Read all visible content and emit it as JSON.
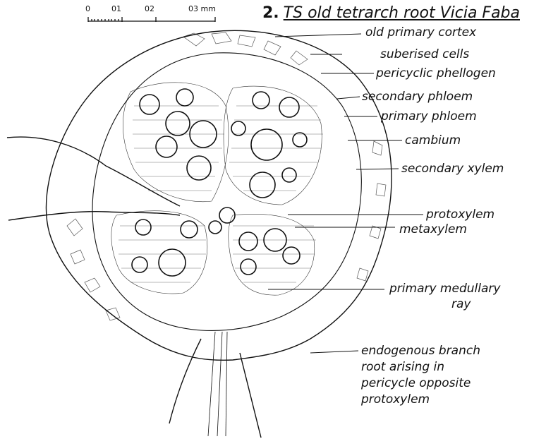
{
  "title": {
    "number": "2.",
    "text": "TS old tetrarch root Vicia Faba"
  },
  "scale_bar": {
    "ticks": [
      "0",
      "01",
      "02",
      "03 mm"
    ]
  },
  "labels": {
    "old_primary_cortex": "old primary cortex",
    "suberised_cells": "suberised cells",
    "pericyclic_phellogen": "pericyclic phellogen",
    "secondary_phloem": "secondary phloem",
    "primary_phloem": "primary phloem",
    "cambium": "cambium",
    "secondary_xylem": "secondary xylem",
    "protoxylem": "protoxylem",
    "metaxylem": "metaxylem",
    "primary_medullary_ray_1": "primary medullary",
    "primary_medullary_ray_2": "ray",
    "endogenous_1": "endogenous branch",
    "endogenous_2": "root arising in",
    "endogenous_3": "pericycle opposite",
    "endogenous_4": "protoxylem"
  },
  "colors": {
    "ink": "#111111",
    "paper": "#ffffff"
  }
}
